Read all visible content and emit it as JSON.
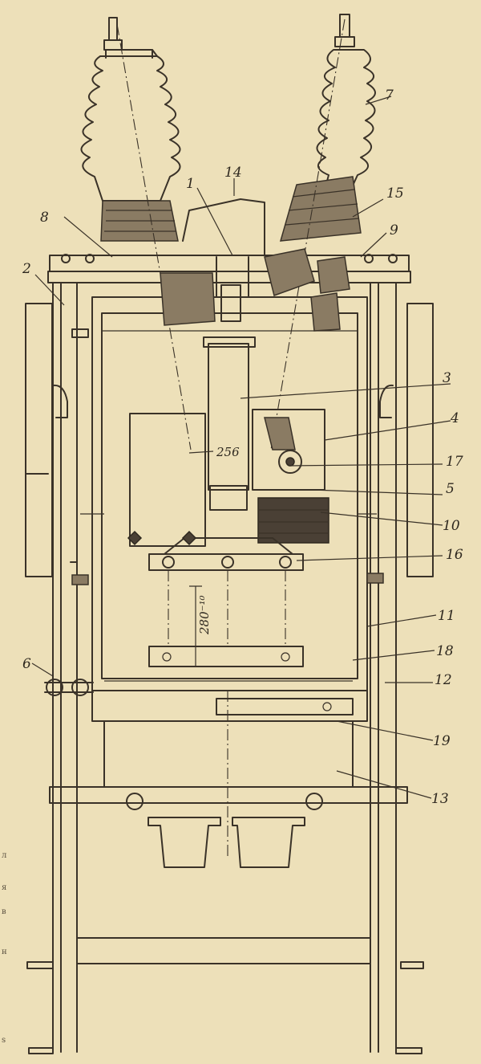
{
  "labels": {
    "l1": "1",
    "l2": "2",
    "l3": "3",
    "l4": "4",
    "l5": "5",
    "l6": "6",
    "l7": "7",
    "l8": "8",
    "l9": "9",
    "l10": "10",
    "l11": "11",
    "l12": "12",
    "l13": "13",
    "l14": "14",
    "l15": "15",
    "l16": "16",
    "l17": "17",
    "l18": "18",
    "l19": "19"
  },
  "dimensions": {
    "stroke": "256",
    "gap": "280⁻¹⁰"
  },
  "margin_chars": [
    "л",
    "я",
    "в",
    "н",
    "s"
  ],
  "colors": {
    "paper": "#ede0b9",
    "ink": "#3a3228"
  }
}
